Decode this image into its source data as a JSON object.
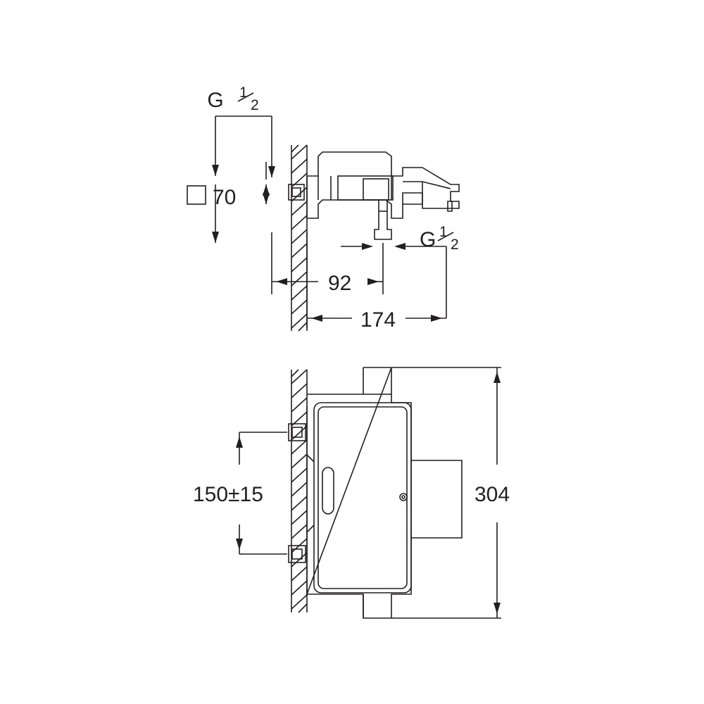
{
  "diagram": {
    "title": "Technical dimension drawing of a wall-mounted square bath/shower mixer",
    "views": {
      "top": {
        "name": "top-view",
        "labels": {
          "inlet_thread_top": {
            "g": "G",
            "num": "1",
            "den": "2"
          },
          "outlet_thread": {
            "g": "G",
            "num": "1",
            "den": "2"
          },
          "center_distance": "70",
          "depth_to_outlet": "92",
          "total_projection": "174"
        }
      },
      "front": {
        "name": "front-view",
        "labels": {
          "inlet_center_distance": "150±15",
          "total_height": "304"
        }
      }
    },
    "colors": {
      "line": "#231f20",
      "text": "#231f20",
      "background": "#ffffff"
    }
  }
}
